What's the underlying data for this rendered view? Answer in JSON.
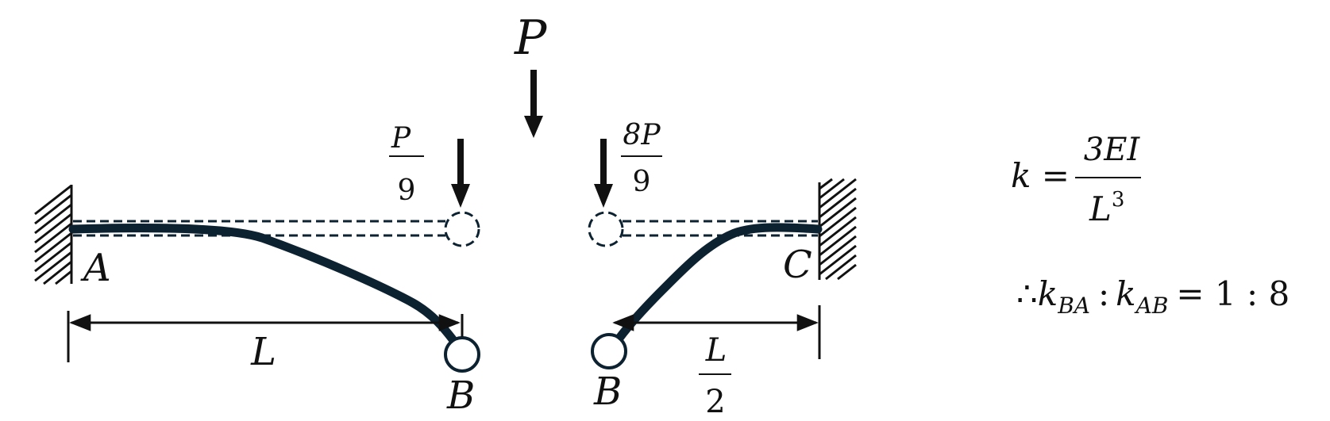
{
  "colors": {
    "beam": "#0d2230",
    "ink": "#111111",
    "background": "#ffffff"
  },
  "labels": {
    "load_P": "P",
    "frac_left_num": "P",
    "frac_left_den": "9",
    "frac_right_num": "8P",
    "frac_right_den": "9",
    "support_A": "A",
    "support_C": "C",
    "node_B_left": "B",
    "node_B_right": "B",
    "dim_left": "L",
    "dim_right_num": "L",
    "dim_right_den": "2"
  },
  "equations": {
    "stiffness_lhs": "k =",
    "stiffness_num": "3EI",
    "stiffness_den_base": "L",
    "stiffness_den_exp": "3",
    "ratio_therefore": "∴",
    "ratio_k1": "k",
    "ratio_k1_sub": "BA",
    "ratio_colon1": ":",
    "ratio_k2": "k",
    "ratio_k2_sub": "AB",
    "ratio_rhs": "= 1 : 8"
  },
  "icons": {
    "fixed_support": "hatched-wall-icon",
    "load_arrow": "down-arrow-icon",
    "hinge": "circle-node-icon"
  }
}
